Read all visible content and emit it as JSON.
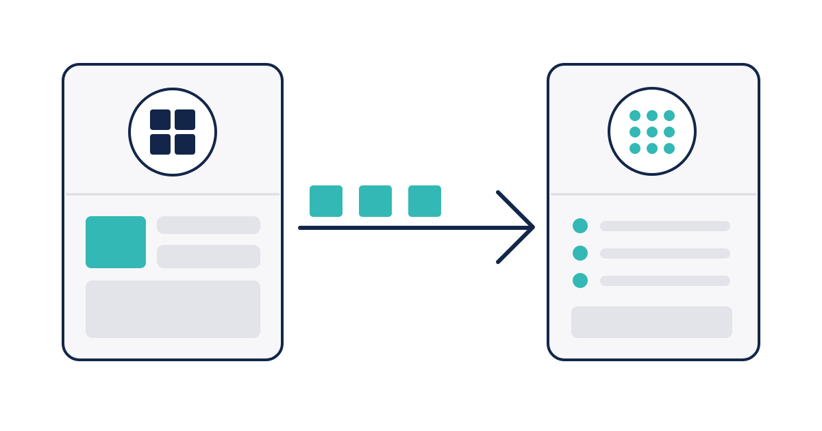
{
  "colors": {
    "background": "#ffffff",
    "card_fill": "#f7f7f9",
    "outline": "#13264a",
    "accent": "#33b8b5",
    "placeholder": "#e3e4e9",
    "divider": "#dcdde3"
  },
  "left_card": {
    "icon": "four-square-grid-icon",
    "thumbnail_color": "accent",
    "text_lines": 2,
    "content_block": true
  },
  "transfer": {
    "blocks": 3,
    "arrow": "arrow-right-icon"
  },
  "right_card": {
    "icon": "nine-dot-grid-icon",
    "list_items": 3,
    "bullet_color": "accent",
    "content_block": true
  }
}
